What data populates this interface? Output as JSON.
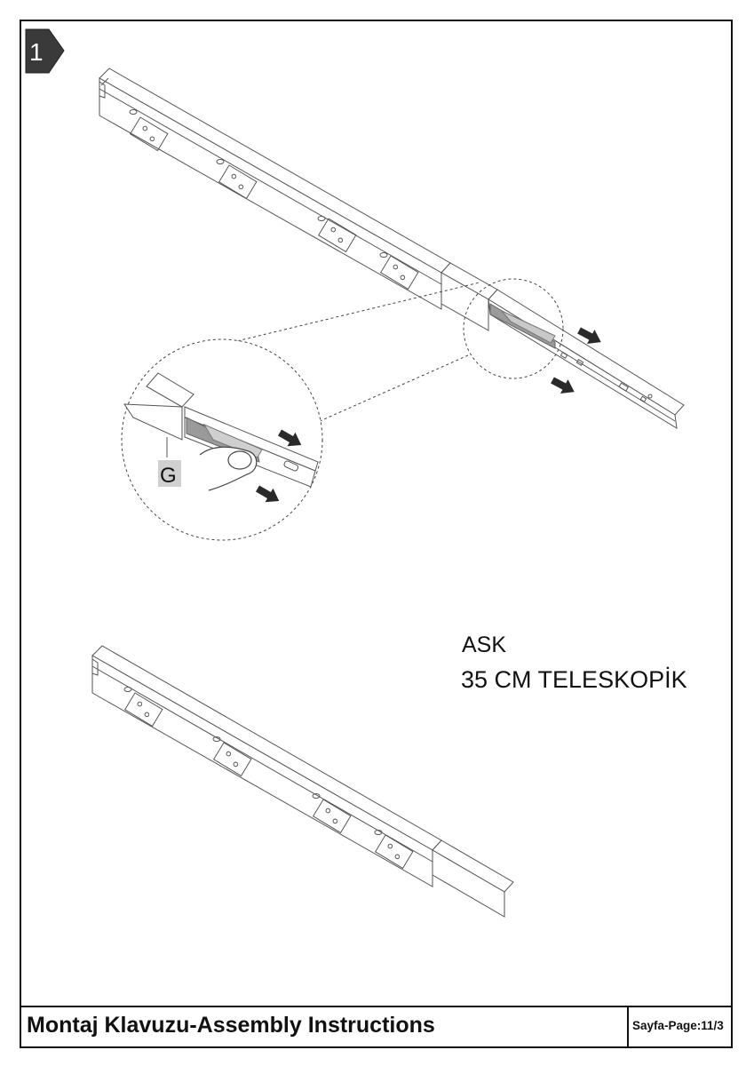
{
  "step_badge": "1",
  "callout_letter": "G",
  "product": {
    "name": "ASK",
    "spec": "35 CM TELESKOPİK"
  },
  "footer": {
    "title": "Montaj Klavuzu-Assembly Instructions",
    "page": "Sayfa-Page:11/3"
  }
}
